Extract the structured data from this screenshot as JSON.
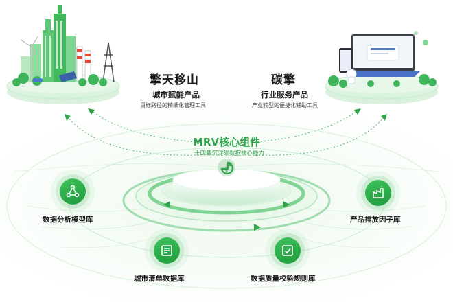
{
  "left_product": {
    "brand": "擎天移山",
    "title": "城市赋能产品",
    "subtitle": "目标路径的精细化管理工具",
    "icon": "city-skyline-icon"
  },
  "right_product": {
    "brand": "碳擎",
    "title": "行业服务产品",
    "subtitle": "产业转型的便捷化辅助工具",
    "icon": "devices-icon"
  },
  "core": {
    "title": "MRV核心组件",
    "subtitle": "十四载沉淀碳数据核心能力",
    "icon": "leaf-pie-icon"
  },
  "components": [
    {
      "label": "数据分析模型库",
      "icon": "network-nodes-icon"
    },
    {
      "label": "城市清单数据库",
      "icon": "list-database-icon"
    },
    {
      "label": "数据质量校验规则库",
      "icon": "check-document-icon"
    },
    {
      "label": "产品排放因子库",
      "icon": "factory-emission-icon"
    }
  ],
  "colors": {
    "accent": "#2fa24a",
    "accent_light": "#cdeed4",
    "text": "#1f1f1f"
  }
}
